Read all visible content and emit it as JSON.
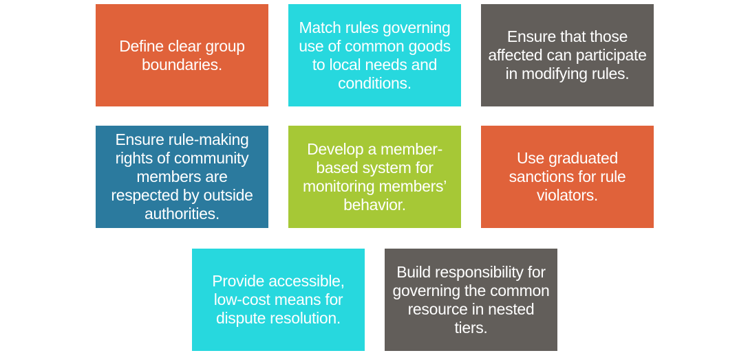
{
  "colors": {
    "orange": "#e0623a",
    "cyan": "#27d8de",
    "gray": "#625e5a",
    "blue": "#2b7a9e",
    "green": "#a6c836",
    "text": "#ffffff"
  },
  "principles": [
    {
      "text": "Define clear group boundaries.",
      "color": "orange"
    },
    {
      "text": "Match rules governing use of common goods to local needs and conditions.",
      "color": "cyan"
    },
    {
      "text": "Ensure that those affected can participate in modifying rules.",
      "color": "gray"
    },
    {
      "text": "Ensure rule-making rights of community members are respected by outside authorities.",
      "color": "blue"
    },
    {
      "text": "Develop a member-based system for monitoring members’ behavior.",
      "color": "green"
    },
    {
      "text": "Use graduated sanctions for rule violators.",
      "color": "orange"
    },
    {
      "text": "Provide accessible, low-cost means for dispute resolution.",
      "color": "cyan"
    },
    {
      "text": "Build responsibility for governing the common resource in nested tiers.",
      "color": "gray"
    }
  ]
}
